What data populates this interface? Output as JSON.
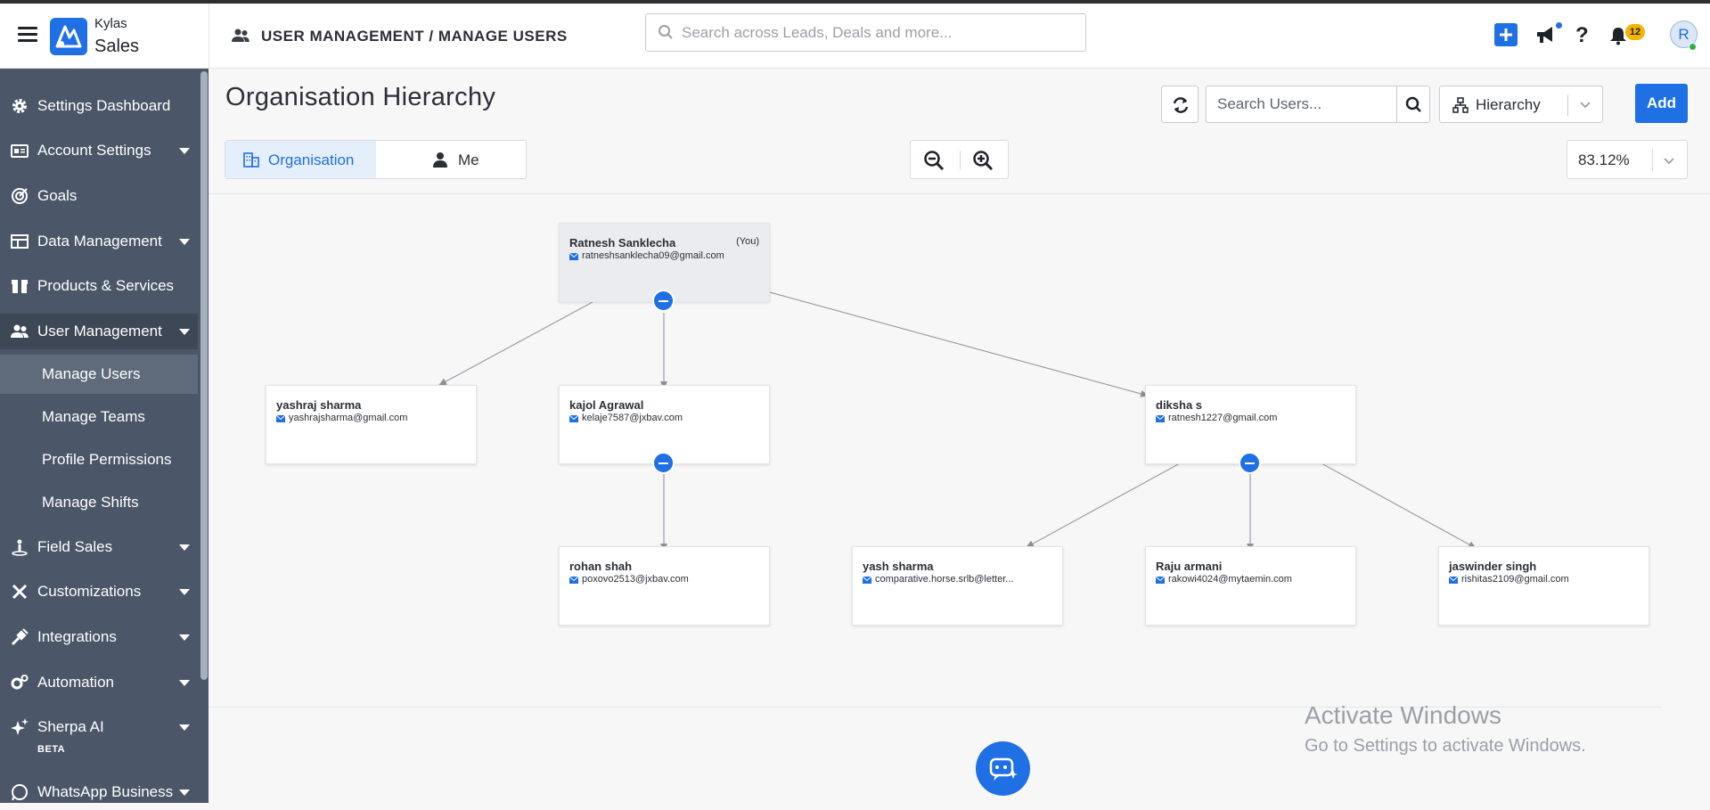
{
  "header": {
    "brand_line1": "Kylas",
    "brand_line2": "Sales",
    "breadcrumb": "USER MANAGEMENT / MANAGE USERS",
    "search_placeholder": "Search across Leads, Deals and more...",
    "notification_count": "12",
    "avatar_initial": "R"
  },
  "sidebar": {
    "items": [
      {
        "label": "Settings Dashboard",
        "icon": "gear-icon"
      },
      {
        "label": "Account Settings",
        "icon": "id-card-icon"
      },
      {
        "label": "Goals",
        "icon": "target-icon"
      },
      {
        "label": "Data Management",
        "icon": "table-icon"
      },
      {
        "label": "Products & Services",
        "icon": "box-icon"
      },
      {
        "label": "User Management",
        "icon": "users-icon"
      },
      {
        "label": "Field Sales",
        "icon": "person-pin-icon"
      },
      {
        "label": "Customizations",
        "icon": "tools-icon"
      },
      {
        "label": "Integrations",
        "icon": "plug-icon"
      },
      {
        "label": "Automation",
        "icon": "gears-icon"
      },
      {
        "label": "Sherpa AI",
        "icon": "sparkle-icon"
      },
      {
        "label": "WhatsApp Business",
        "icon": "whatsapp-icon"
      }
    ],
    "sub_items": [
      "Manage Users",
      "Manage Teams",
      "Profile Permissions",
      "Manage Shifts"
    ],
    "beta_label": "BETA"
  },
  "main": {
    "title": "Organisation Hierarchy",
    "user_search_placeholder": "Search Users...",
    "view_select": "Hierarchy",
    "add_label": "Add",
    "tab_organisation": "Organisation",
    "tab_me": "Me",
    "zoom_level": "83.12%"
  },
  "org": {
    "nodes": [
      {
        "name": "Ratnesh Sanklecha",
        "email": "ratneshsanklecha09@gmail.com",
        "you": "(You)"
      },
      {
        "name": "yashraj sharma",
        "email": "yashrajsharma@gmail.com"
      },
      {
        "name": "kajol Agrawal",
        "email": "kelaje7587@jxbav.com"
      },
      {
        "name": "diksha s",
        "email": "ratnesh1227@gmail.com"
      },
      {
        "name": "rohan shah",
        "email": "poxovo2513@jxbav.com"
      },
      {
        "name": "yash sharma",
        "email": "comparative.horse.srlb@letter..."
      },
      {
        "name": "Raju armani",
        "email": "rakowi4024@mytaemin.com"
      },
      {
        "name": "jaswinder singh",
        "email": "rishitas2109@gmail.com"
      }
    ]
  },
  "watermark": {
    "line1": "Activate Windows",
    "line2": "Go to Settings to activate Windows."
  },
  "colors": {
    "accent": "#1f6fe5",
    "sidebar_bg": "#4b5668",
    "badge": "#f5b400"
  }
}
